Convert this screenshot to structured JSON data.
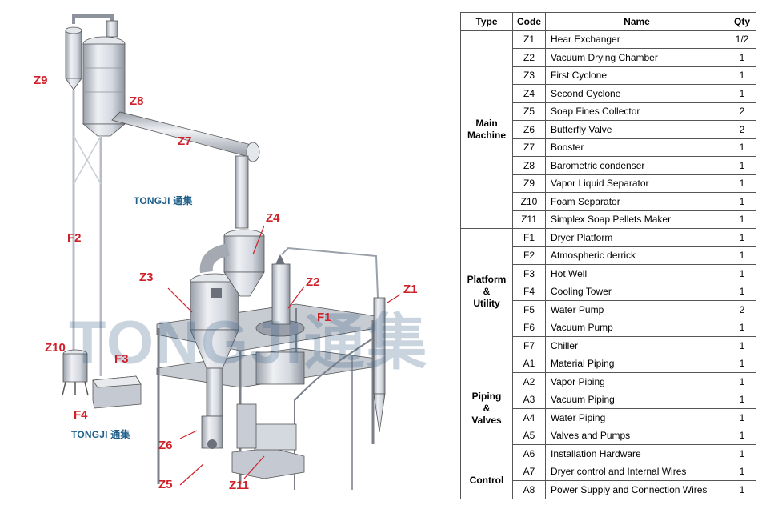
{
  "diagram": {
    "brand_text": "TONGJI 通集",
    "watermark_text": "TONGJI通集",
    "callouts": [
      "Z9",
      "Z8",
      "Z7",
      "Z4",
      "Z3",
      "Z2",
      "Z1",
      "F1",
      "F2",
      "F3",
      "F4",
      "Z10",
      "Z6",
      "Z5",
      "Z11"
    ]
  },
  "table": {
    "headers": {
      "type": "Type",
      "code": "Code",
      "name": "Name",
      "qty": "Qty"
    },
    "groups": [
      {
        "type": "Main\nMachine",
        "rows": [
          {
            "code": "Z1",
            "name": "Hear Exchanger",
            "qty": "1/2"
          },
          {
            "code": "Z2",
            "name": "Vacuum Drying Chamber",
            "qty": "1"
          },
          {
            "code": "Z3",
            "name": "First Cyclone",
            "qty": "1"
          },
          {
            "code": "Z4",
            "name": "Second Cyclone",
            "qty": "1"
          },
          {
            "code": "Z5",
            "name": "Soap Fines Collector",
            "qty": "2"
          },
          {
            "code": "Z6",
            "name": "Butterfly Valve",
            "qty": "2"
          },
          {
            "code": "Z7",
            "name": "Booster",
            "qty": "1"
          },
          {
            "code": "Z8",
            "name": "Barometric condenser",
            "qty": "1"
          },
          {
            "code": "Z9",
            "name": "Vapor Liquid Separator",
            "qty": "1"
          },
          {
            "code": "Z10",
            "name": "Foam Separator",
            "qty": "1"
          },
          {
            "code": "Z11",
            "name": "Simplex Soap Pellets Maker",
            "qty": "1"
          }
        ]
      },
      {
        "type": "Platform\n&\nUtility",
        "rows": [
          {
            "code": "F1",
            "name": "Dryer Platform",
            "qty": "1"
          },
          {
            "code": "F2",
            "name": "Atmospheric derrick",
            "qty": "1"
          },
          {
            "code": "F3",
            "name": "Hot Well",
            "qty": "1"
          },
          {
            "code": "F4",
            "name": "Cooling Tower",
            "qty": "1"
          },
          {
            "code": "F5",
            "name": "Water Pump",
            "qty": "2"
          },
          {
            "code": "F6",
            "name": "Vacuum Pump",
            "qty": "1"
          },
          {
            "code": "F7",
            "name": "Chiller",
            "qty": "1"
          }
        ]
      },
      {
        "type": "Piping\n&\nValves",
        "rows": [
          {
            "code": "A1",
            "name": "Material Piping",
            "qty": "1"
          },
          {
            "code": "A2",
            "name": "Vapor Piping",
            "qty": "1"
          },
          {
            "code": "A3",
            "name": "Vacuum Piping",
            "qty": "1"
          },
          {
            "code": "A4",
            "name": "Water Piping",
            "qty": "1"
          },
          {
            "code": "A5",
            "name": "Valves and Pumps",
            "qty": "1"
          },
          {
            "code": "A6",
            "name": "Installation Hardware",
            "qty": "1"
          }
        ]
      },
      {
        "type": "Control",
        "rows": [
          {
            "code": "A7",
            "name": "Dryer control and Internal Wires",
            "qty": "1"
          },
          {
            "code": "A8",
            "name": "Power Supply and Connection Wires",
            "qty": "1"
          }
        ]
      }
    ]
  },
  "colors": {
    "callout": "#d0202a",
    "brand": "#1f5f8b",
    "steel": "#d8dbe2",
    "steel_dark": "#8d929c"
  }
}
